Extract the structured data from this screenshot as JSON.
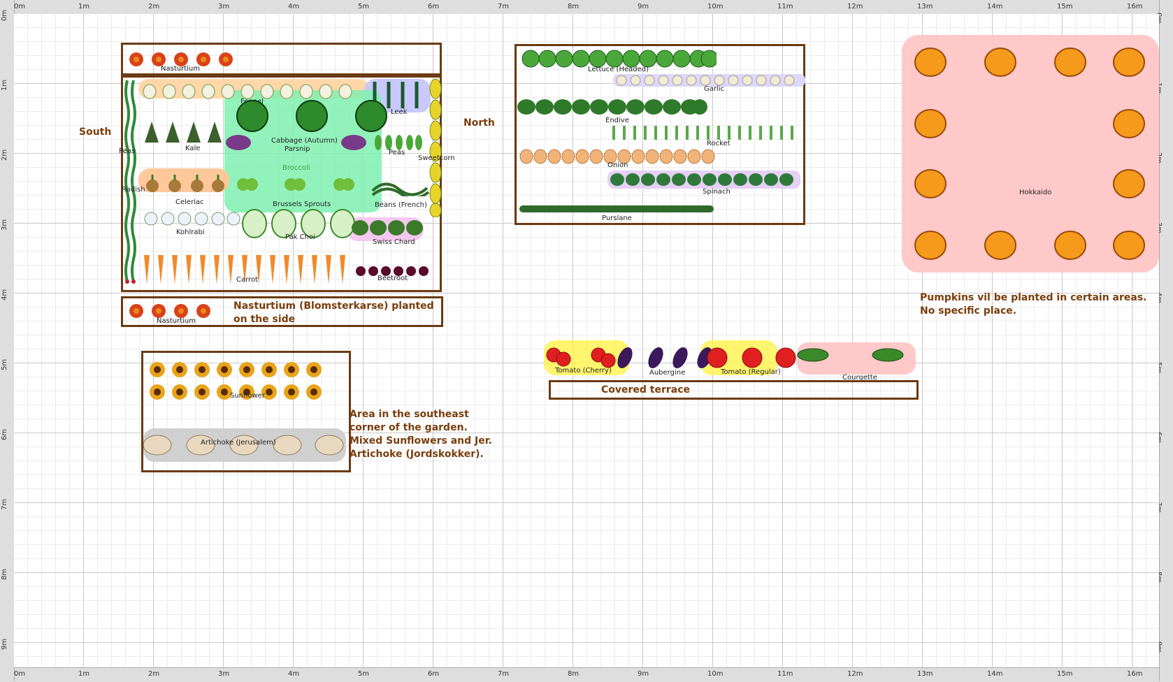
{
  "rulers": {
    "top": [
      "0m",
      "1m",
      "2m",
      "3m",
      "4m",
      "5m",
      "6m",
      "7m",
      "8m",
      "9m",
      "10m",
      "11m",
      "12m",
      "13m",
      "14m",
      "15m",
      "16m"
    ],
    "left": [
      "0m",
      "1m",
      "2m",
      "3m",
      "4m",
      "5m",
      "6m",
      "7m",
      "8m",
      "9m"
    ]
  },
  "directions": {
    "south": "South",
    "north": "North"
  },
  "plants": {
    "nasturtium_top": "Nasturtium",
    "fennel": "Fennel",
    "leek": "Leek",
    "kale": "Kale",
    "cabbage": "Cabbage (Autumn)",
    "parsnip": "Parsnip",
    "broccoli": "Broccoli",
    "peas": "Peas",
    "sweetcorn": "Sweetcorn",
    "radish": "Radish",
    "peas_left": "Peas",
    "celeriac": "Celeriac",
    "brussels": "Brussels Sprouts",
    "beans": "Beans (French)",
    "kohlrabi": "Kohlrabi",
    "pak_choi": "Pak Choi",
    "swiss_chard": "Swiss Chard",
    "carrot": "Carrot",
    "beetroot": "Beetroot",
    "nasturtium_bottom": "Nasturtium",
    "sunflower": "Sunflower",
    "artichoke": "Artichoke (Jerusalem)",
    "lettuce": "Lettuce (Headed)",
    "garlic": "Garlic",
    "endive": "Endive",
    "rocket": "Rocket",
    "onion": "Onion",
    "spinach": "Spinach",
    "purslane": "Purslane",
    "hokkaido": "Hokkaido",
    "tomato_cherry": "Tomato (Cherry)",
    "aubergine": "Aubergine",
    "tomato_regular": "Tomato (Regular)",
    "courgette": "Courgette"
  },
  "notes": {
    "nasturtium_side": [
      "Nasturtium (Blomsterkarse) planted",
      "on the side"
    ],
    "pumpkins": [
      "Pumpkins vil be planted in certain areas.",
      "No specific place."
    ],
    "southeast": [
      "Area in the southeast",
      "corner of the garden.",
      "Mixed Sunflowers and Jer.",
      "Artichoke (Jordskokker)."
    ],
    "terrace": "Covered terrace"
  },
  "colors": {
    "bed_border": "#6b3a12",
    "note_text": "#7a3e0d",
    "pumpkin_zone": "#ffc9c9"
  }
}
